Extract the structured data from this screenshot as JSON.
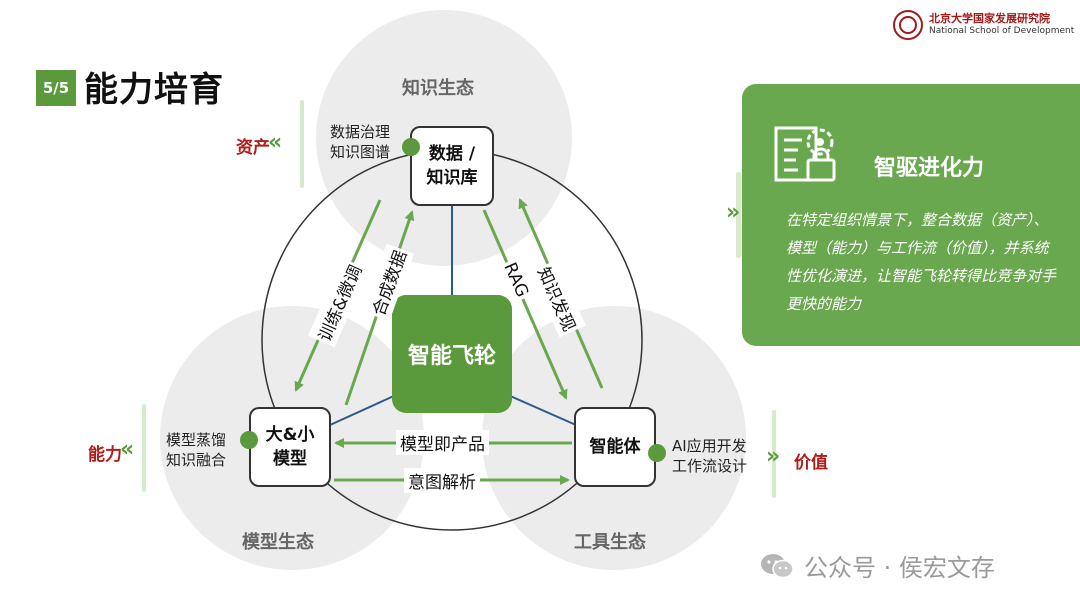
{
  "header": {
    "section_badge": "5/5",
    "title": "能力培育",
    "logo_cn": "北京大学国家发展研究院",
    "logo_en": "National School of Development"
  },
  "diagram": {
    "ecosystems": {
      "knowledge": "知识生态",
      "model": "模型生态",
      "tool": "工具生态"
    },
    "nodes": {
      "data": {
        "line1": "数据 /",
        "line2": "知识库"
      },
      "model": {
        "line1": "大&小",
        "line2": "模型"
      },
      "agent": {
        "line1": "智能体"
      },
      "center": "智能飞轮"
    },
    "side_notes": {
      "data": [
        "数据治理",
        "知识图谱"
      ],
      "model": [
        "模型蒸馏",
        "知识融合"
      ],
      "agent": [
        "AI应用开发",
        "工作流设计"
      ]
    },
    "outputs": {
      "asset": "资产",
      "capability": "能力",
      "value": "价值"
    },
    "arrows": {
      "train_finetune": "训练&微调",
      "synthetic_data": "合成数据",
      "rag": "RAG",
      "knowledge_discovery": "知识发现",
      "model_as_product": "模型即产品",
      "intent_parsing": "意图解析"
    }
  },
  "panel": {
    "title": "智驱进化力",
    "body": "在特定组织情景下，整合数据（资产）、模型（能力）与工作流（价值），并系统性优化演进，让智能飞轮转得比竞争对手更快的能力"
  },
  "watermark": {
    "text": "公众号 · 侯宏文存"
  },
  "colors": {
    "accent_green": "#5a9a3c",
    "panel_green": "#6aa84f",
    "accent_red": "#b01b1b",
    "circle_gray": "#ececec"
  }
}
